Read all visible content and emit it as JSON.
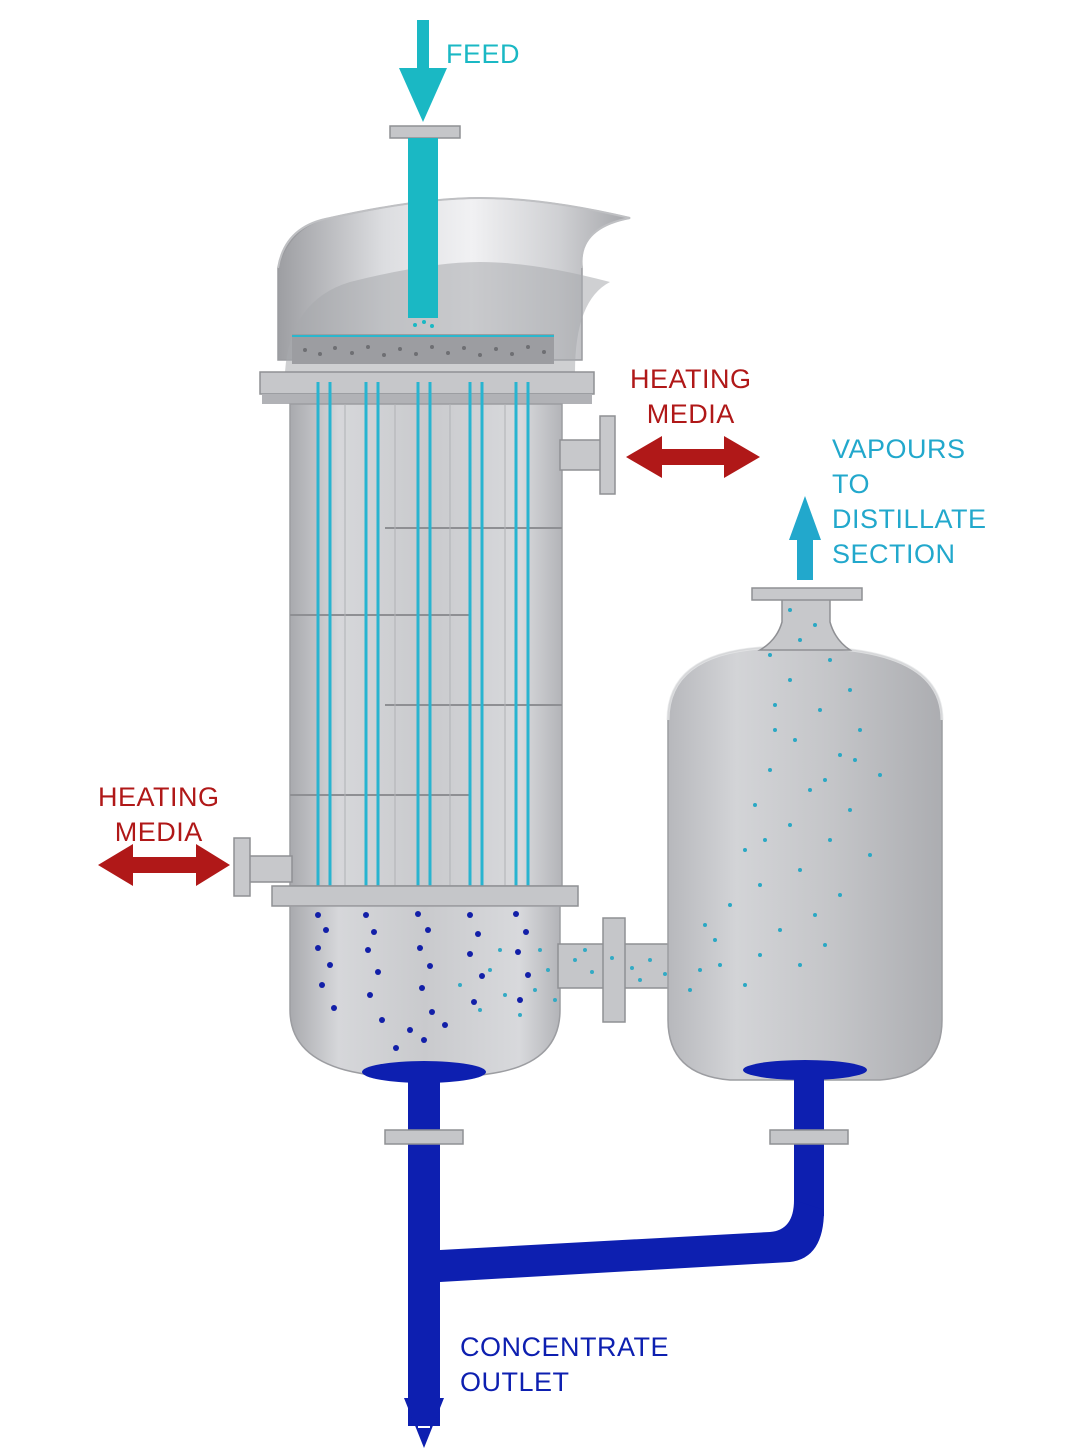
{
  "labels": {
    "feed": "FEED",
    "heating_media_right": [
      "HEATING",
      "MEDIA"
    ],
    "heating_media_left": [
      "HEATING",
      "MEDIA"
    ],
    "vapours": [
      "VAPOURS",
      "TO",
      "DISTILLATE",
      "SECTION"
    ],
    "concentrate": [
      "CONCENTRATE",
      "OUTLET"
    ]
  },
  "colors": {
    "feed": "#1ab8c4",
    "heating": "#b01818",
    "vapour": "#22a8cc",
    "concentrate": "#0d1fb0",
    "steel": "#c8c8cb",
    "steel_dark": "#8f9094",
    "tube": "#28b4d0"
  },
  "icons": {
    "feed_arrow": "down-arrow-icon",
    "heating_arrow": "double-arrow-icon",
    "vapour_arrow": "up-arrow-icon",
    "outlet_arrow": "down-arrow-icon"
  }
}
